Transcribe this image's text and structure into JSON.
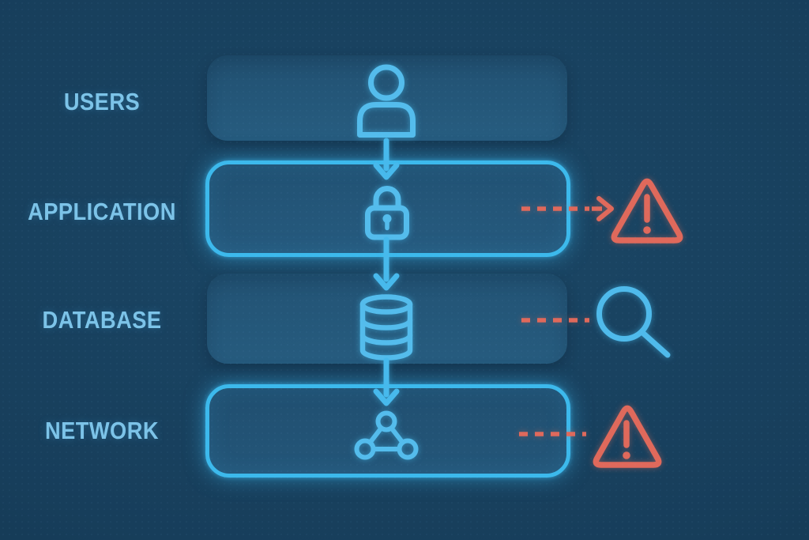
{
  "diagram": {
    "title_visible_text": [
      "USERS",
      "APPLICATION",
      "DATABASE",
      "NETWORK"
    ],
    "layers": [
      {
        "label": "USERS",
        "icon": "user-icon",
        "highlighted": false,
        "annotation": null
      },
      {
        "label": "APPLICATION",
        "icon": "lock-icon",
        "highlighted": true,
        "annotation": "warning-triangle"
      },
      {
        "label": "DATABASE",
        "icon": "database-icon",
        "highlighted": false,
        "annotation": "magnifier"
      },
      {
        "label": "NETWORK",
        "icon": "network-icon",
        "highlighted": true,
        "annotation": "warning-triangle"
      }
    ],
    "connections": [
      {
        "from": "USERS",
        "to": "APPLICATION",
        "style": "solid-arrow"
      },
      {
        "from": "APPLICATION",
        "to": "DATABASE",
        "style": "solid-arrow"
      },
      {
        "from": "DATABASE",
        "to": "NETWORK",
        "style": "solid-arrow"
      },
      {
        "from": "APPLICATION",
        "to": "warning-triangle",
        "style": "dashed-arrow"
      },
      {
        "from": "DATABASE",
        "to": "magnifier",
        "style": "dashed-line"
      },
      {
        "from": "NETWORK",
        "to": "warning-triangle",
        "style": "dashed-line"
      }
    ],
    "colors": {
      "background": "#173e5b",
      "background_edge": "#123148",
      "panel_fill": "#1d4d6e",
      "highlight_border": "#3cb9ec",
      "icon_stroke": "#54bcec",
      "label_text": "#7cc3e8",
      "alert_coral": "#e0695b"
    }
  }
}
